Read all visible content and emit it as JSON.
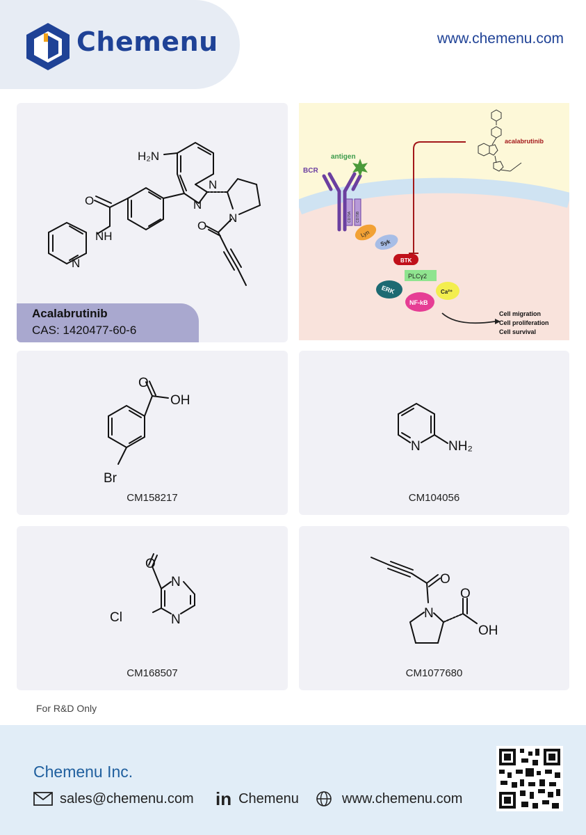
{
  "header": {
    "brand": "Chemenu",
    "website": "www.chemenu.com"
  },
  "main_compound": {
    "name": "Acalabrutinib",
    "cas": "CAS: 1420477-60-6",
    "labels": {
      "amine": "H₂N",
      "o": "O",
      "nh": "NH",
      "n_pyr": "N",
      "n_ring": "N",
      "n_pyrrolidine": "N",
      "o_acyl": "O",
      "n_imid": "N"
    }
  },
  "pathway": {
    "drug": "acalabrutinib",
    "antigen": "antigen",
    "bcr": "BCR",
    "cd79a": "CD79A",
    "cd79b": "CD79B",
    "nodes": {
      "lyn": "Lyn",
      "syk": "Syk",
      "btk": "BTK",
      "plcg2": "PLCγ2",
      "erk": "ERK",
      "nfkb": "NF-kB",
      "ca": "Ca²⁺"
    },
    "outcomes": [
      "Cell migration",
      "Cell proliferation",
      "Cell survival"
    ]
  },
  "compounds": [
    {
      "code": "CM158217",
      "labels": {
        "o": "O",
        "oh": "OH",
        "br": "Br"
      }
    },
    {
      "code": "CM104056",
      "labels": {
        "n": "N",
        "nh2": "NH₂"
      }
    },
    {
      "code": "CM168507",
      "labels": {
        "o": "O",
        "n1": "N",
        "n2": "N",
        "cl": "Cl"
      }
    },
    {
      "code": "CM1077680",
      "labels": {
        "o1": "O",
        "n": "N",
        "o2": "O",
        "oh": "OH"
      }
    }
  ],
  "disclaimer": "For R&D Only",
  "footer": {
    "company": "Chemenu Inc.",
    "email": "sales@chemenu.com",
    "linkedin": "Chemenu",
    "website": "www.chemenu.com",
    "linkedin_glyph": "in"
  },
  "colors": {
    "brand_blue": "#1f4296",
    "card_bg": "#f1f1f6",
    "footer_bg": "#e1edf7",
    "tag_purple": "#a9a8cf"
  }
}
